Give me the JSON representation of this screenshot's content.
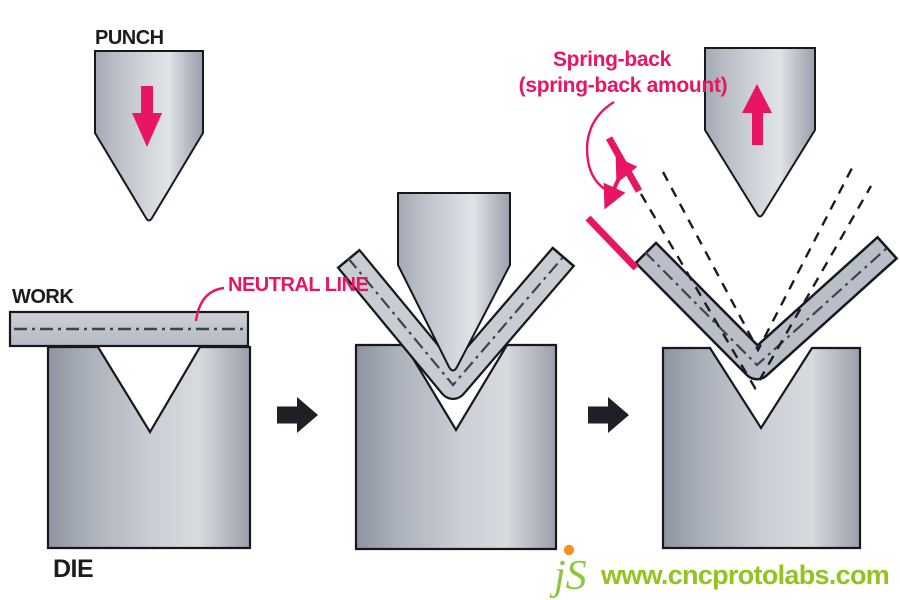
{
  "labels": {
    "punch": "PUNCH",
    "work": "WORK",
    "die": "DIE",
    "neutral_line": "NEUTRAL LINE",
    "spring_back_line1": "Spring-back",
    "spring_back_line2": "(spring-back amount)"
  },
  "branding": {
    "logo_text": "jS",
    "website": "www.cncprotolabs.com"
  },
  "colors": {
    "accent_pink": "#e81565",
    "outline_black": "#16181c",
    "metal_light": "#e0e3e7",
    "metal_dark": "#9ba1ad",
    "sheet_gray_stage2": "#c8ccd3",
    "sheet_gray_stage3": "#b9bfc8",
    "neutral_line_gray": "#3f434a",
    "logo_green": "#92c31f",
    "logo_dot_orange": "#f5941e"
  },
  "icons": {
    "press_down": "down-arrow-icon",
    "press_up": "up-arrow-icon",
    "step_next": "right-arrow-icon",
    "spring_back_range": "double-headed-arrow-icon"
  }
}
